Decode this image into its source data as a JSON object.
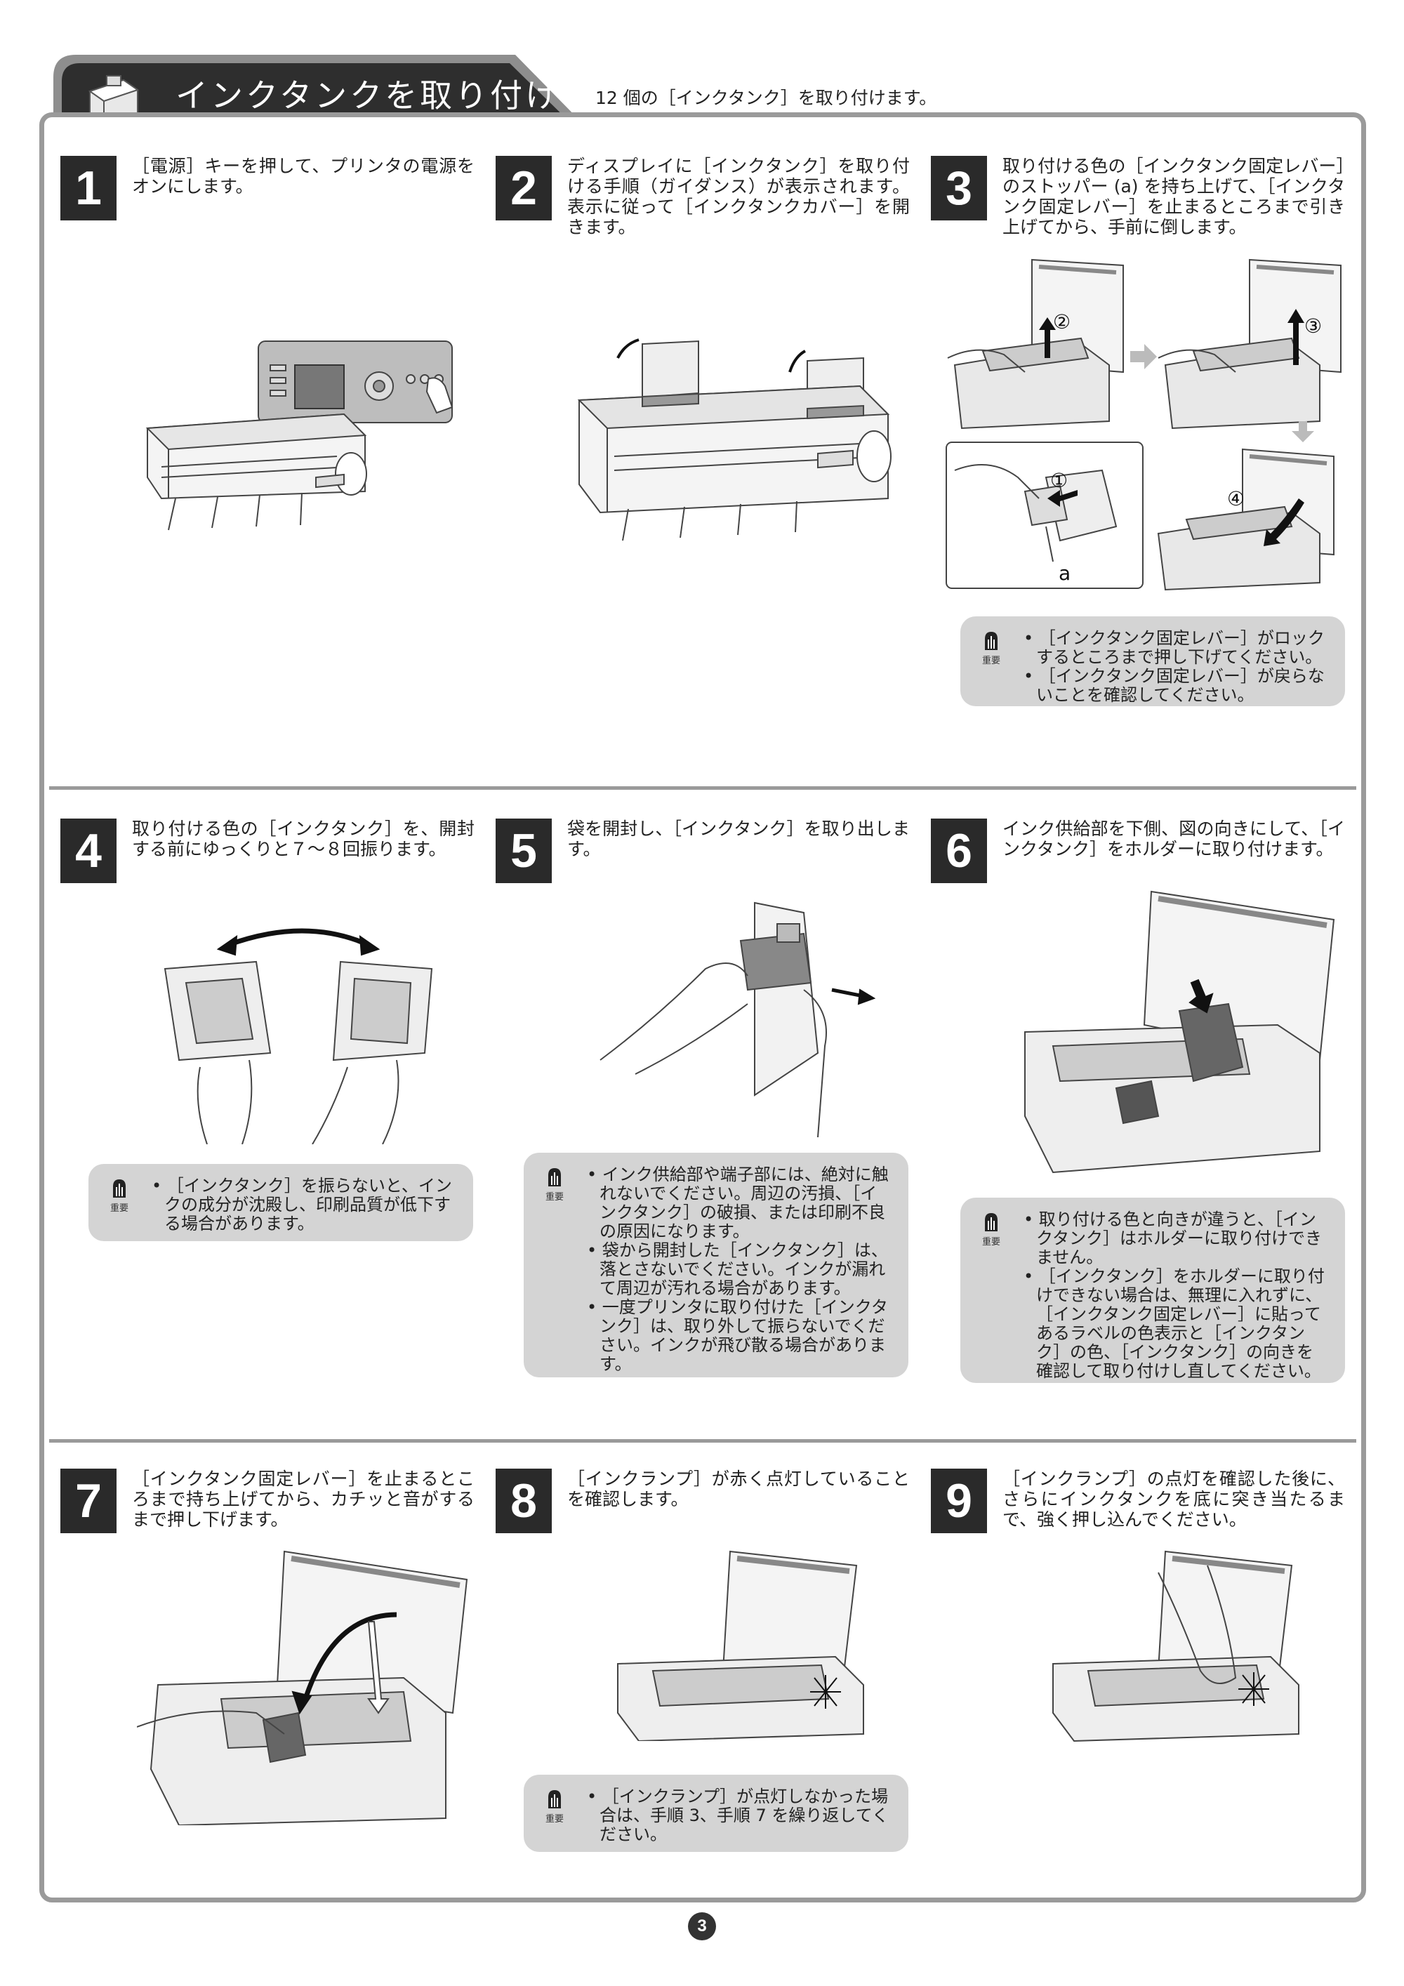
{
  "header": {
    "title": "インクタンクを取り付ける",
    "subtitle": "12 個の［インクタンク］を取り付けます。"
  },
  "important_label": "重要",
  "steps": [
    {
      "num": "1",
      "text": "［電源］キーを押して、プリンタの電源をオンにします。"
    },
    {
      "num": "2",
      "text": "ディスプレイに［インクタンク］を取り付ける手順（ガイダンス）が表示されます。表示に従って［インクタンクカバー］を開きます。"
    },
    {
      "num": "3",
      "text": "取り付ける色の［インクタンク固定レバー］のストッパー (a) を持ち上げて、［インクタンク固定レバー］を止まるところまで引き上げてから、手前に倒します。"
    },
    {
      "num": "4",
      "text": "取り付ける色の［インクタンク］を、開封する前にゆっくりと７～８回振ります。"
    },
    {
      "num": "5",
      "text": "袋を開封し、［インクタンク］を取り出します。"
    },
    {
      "num": "6",
      "text": "インク供給部を下側、図の向きにして、［インクタンク］をホルダーに取り付けます。"
    },
    {
      "num": "7",
      "text": "［インクタンク固定レバー］を止まるところまで持ち上げてから、カチッと音がするまで押し下げます。"
    },
    {
      "num": "8",
      "text": "［インクランプ］が赤く点灯していることを確認します。"
    },
    {
      "num": "9",
      "text": "［インクランプ］の点灯を確認した後に、さらにインクタンクを底に突き当たるまで、強く押し込んでください。"
    }
  ],
  "fig3_labels": {
    "c1": "①",
    "c2": "②",
    "c3": "③",
    "c4": "④",
    "a": "a"
  },
  "notes": {
    "step3": [
      "［インクタンク固定レバー］がロックするところまで押し下げてください。",
      "［インクタンク固定レバー］が戻らないことを確認してください。"
    ],
    "step4": [
      "［インクタンク］を振らないと、インクの成分が沈殿し、印刷品質が低下する場合があります。"
    ],
    "step5": [
      "インク供給部や端子部には、絶対に触れないでください。周辺の汚損、［インクタンク］の破損、または印刷不良の原因になります。",
      "袋から開封した［インクタンク］は、落とさないでください。インクが漏れて周辺が汚れる場合があります。",
      "一度プリンタに取り付けた［インクタンク］は、取り外して振らないでください。インクが飛び散る場合があります。"
    ],
    "step6": [
      "取り付ける色と向きが違うと、［インクタンク］はホルダーに取り付けできません。",
      "［インクタンク］をホルダーに取り付けできない場合は、無理に入れずに、［インクタンク固定レバー］に貼ってあるラベルの色表示と［インクタンク］の色、［インクタンク］の向きを確認して取り付けし直してください。"
    ],
    "step8": [
      "［インクランプ］が点灯しなかった場合は、手順 3、手順 7 を繰り返してください。"
    ]
  },
  "page_number": "3"
}
